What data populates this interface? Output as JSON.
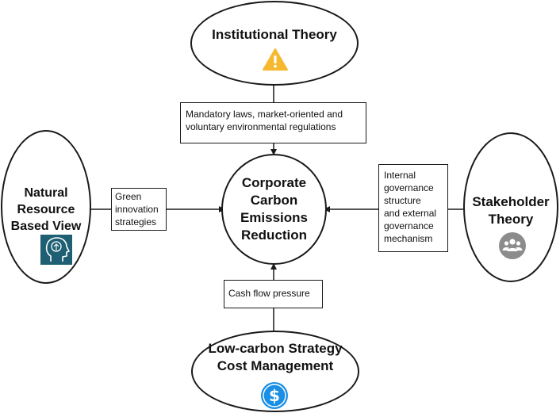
{
  "center": {
    "label": "Corporate\nCarbon\nEmissions\nReduction"
  },
  "theories": {
    "top": {
      "label": "Institutional Theory",
      "icon": "warning-icon"
    },
    "left": {
      "label": "Natural\nResource\nBased View",
      "icon": "brain-head-icon"
    },
    "right": {
      "label": "Stakeholder\nTheory",
      "icon": "people-group-icon"
    },
    "bottom": {
      "label": "Low-carbon Strategy\nCost Management",
      "icon": "dollar-icon"
    }
  },
  "mechanisms": {
    "top": "Mandatory laws, market-oriented and\nvoluntary environmental regulations",
    "left": "Green\ninnovation\nstrategies",
    "right": "Internal\ngovernance\nstructure\nand external\ngovernance\nmechanism",
    "bottom": "Cash flow pressure"
  },
  "colors": {
    "warning": "#F5B82E",
    "brain_bg": "#1E5F74",
    "people_bg": "#8C8C8C",
    "dollar_bg": "#1A8FE3"
  }
}
